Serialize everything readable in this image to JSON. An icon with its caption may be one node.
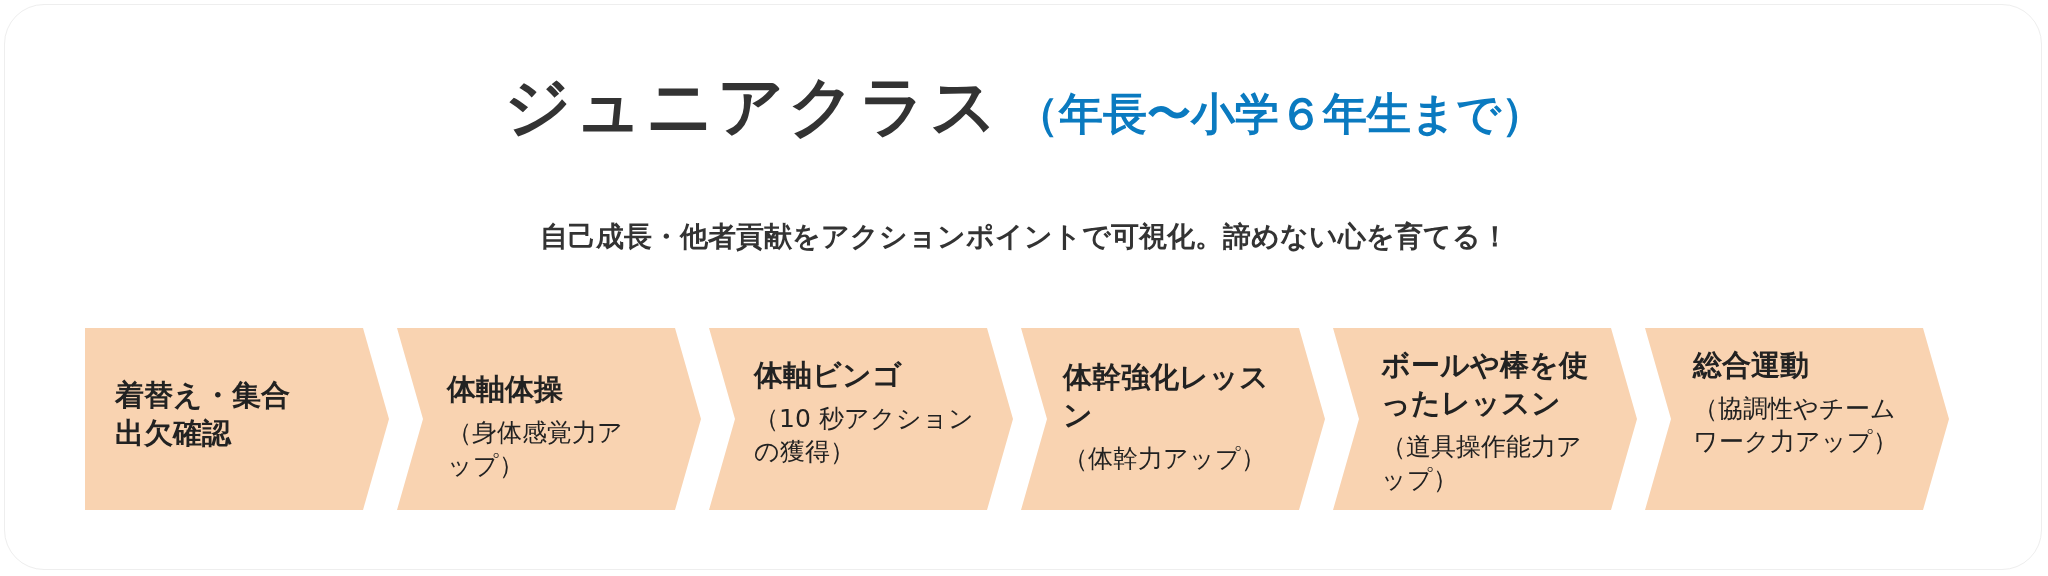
{
  "diagram": {
    "title": "ジュニアクラス",
    "nodes": [
      {
        "text": [
          "着替え・集合出欠確認"
        ]
      },
      {
        "text": [
          "体軸体操",
          "（身体感覚力アップ）"
        ]
      },
      {
        "text": [
          "体軸ビンゴ",
          "（10 秒アクションの獲得）"
        ]
      },
      {
        "text": [
          "体幹強化レッスン",
          "（体幹力アップ）"
        ]
      },
      {
        "text": [
          "ボールや棒を使ったレッスン",
          "（道具操作能力アップ）"
        ]
      },
      {
        "text": [
          "総合運動",
          "（協調性やチームワーク力アップ）"
        ]
      }
    ],
    "labels": [
      "（年長〜小学６年生まで）",
      "自己成長・他者貢献をアクションポイントで可視化。諦めない心を育てる！"
    ]
  }
}
